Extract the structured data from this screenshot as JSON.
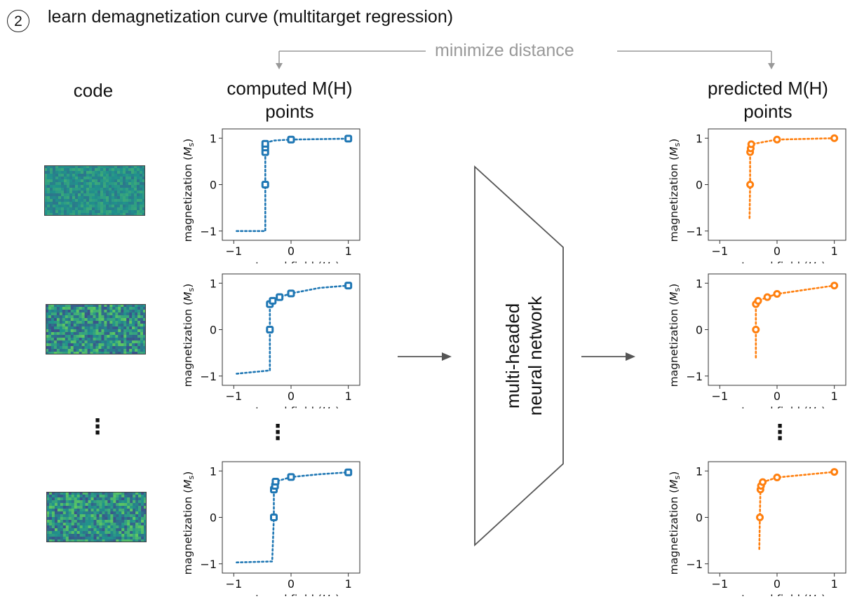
{
  "header": {
    "step_number": "2",
    "title": "learn demagnetization curve (multitarget regression)"
  },
  "minimize_label": "minimize distance",
  "columns": {
    "code": "code",
    "computed_line1": "computed M(H)",
    "computed_line2": "points",
    "predicted_line1": "predicted M(H)",
    "predicted_line2": "points"
  },
  "network_label_line1": "multi-headed",
  "network_label_line2": "neural network",
  "ellipsis": "⋮",
  "colors": {
    "computed": "#1f77b4",
    "predicted": "#ff7f0e",
    "arrow": "#555555",
    "gray": "#999999",
    "heatmap_base": "#3a9c7a"
  },
  "axis_text": {
    "xlabel_prefix": "external field (",
    "xlabel_sym": "H",
    "xlabel_sub": "A",
    "ylabel_prefix": "magnetization (",
    "ylabel_sym": "M",
    "ylabel_sub": "s"
  },
  "chart_data": [
    {
      "type": "scatter",
      "name": "computed-1",
      "xlim": [
        -1,
        1
      ],
      "ylim": [
        -1,
        1
      ],
      "xticks": [
        "-1",
        "0",
        "1"
      ],
      "yticks": [
        "-1",
        "0",
        "1"
      ],
      "markers": [
        [
          -0.45,
          0.0
        ],
        [
          -0.45,
          0.7
        ],
        [
          -0.45,
          0.8
        ],
        [
          -0.45,
          0.88
        ],
        [
          0.0,
          0.97
        ],
        [
          1.0,
          0.99
        ]
      ],
      "curve": [
        [
          -0.95,
          -1.0
        ],
        [
          -0.45,
          -1.0
        ],
        [
          -0.45,
          0.0
        ],
        [
          -0.45,
          0.9
        ],
        [
          -0.3,
          0.95
        ],
        [
          0.0,
          0.97
        ],
        [
          1.0,
          0.99
        ]
      ]
    },
    {
      "type": "scatter",
      "name": "computed-2",
      "xlim": [
        -1,
        1
      ],
      "ylim": [
        -1,
        1
      ],
      "xticks": [
        "-1",
        "0",
        "1"
      ],
      "yticks": [
        "-1",
        "0",
        "1"
      ],
      "markers": [
        [
          -0.37,
          0.0
        ],
        [
          -0.37,
          0.55
        ],
        [
          -0.32,
          0.62
        ],
        [
          -0.2,
          0.7
        ],
        [
          0.0,
          0.78
        ],
        [
          1.0,
          0.95
        ]
      ],
      "curve": [
        [
          -0.95,
          -0.95
        ],
        [
          -0.37,
          -0.88
        ],
        [
          -0.37,
          0.0
        ],
        [
          -0.37,
          0.55
        ],
        [
          -0.32,
          0.62
        ],
        [
          -0.2,
          0.7
        ],
        [
          0.0,
          0.78
        ],
        [
          0.5,
          0.9
        ],
        [
          1.0,
          0.95
        ]
      ]
    },
    {
      "type": "scatter",
      "name": "computed-3",
      "xlim": [
        -1,
        1
      ],
      "ylim": [
        -1,
        1
      ],
      "xticks": [
        "-1",
        "0",
        "1"
      ],
      "yticks": [
        "-1",
        "0",
        "1"
      ],
      "markers": [
        [
          -0.3,
          0.0
        ],
        [
          -0.3,
          0.6
        ],
        [
          -0.28,
          0.68
        ],
        [
          -0.27,
          0.77
        ],
        [
          0.0,
          0.87
        ],
        [
          1.0,
          0.97
        ]
      ],
      "curve": [
        [
          -0.95,
          -0.97
        ],
        [
          -0.33,
          -0.95
        ],
        [
          -0.3,
          0.0
        ],
        [
          -0.3,
          0.6
        ],
        [
          -0.27,
          0.77
        ],
        [
          0.0,
          0.87
        ],
        [
          0.5,
          0.93
        ],
        [
          1.0,
          0.97
        ]
      ]
    },
    {
      "type": "scatter",
      "name": "predicted-1",
      "xlim": [
        -1,
        1
      ],
      "ylim": [
        -1,
        1
      ],
      "xticks": [
        "-1",
        "0",
        "1"
      ],
      "yticks": [
        "-1",
        "0",
        "1"
      ],
      "markers": [
        [
          -0.47,
          0.0
        ],
        [
          -0.47,
          0.7
        ],
        [
          -0.46,
          0.78
        ],
        [
          -0.45,
          0.87
        ],
        [
          0.0,
          0.97
        ],
        [
          1.0,
          1.0
        ]
      ],
      "curve": [
        [
          -0.48,
          -0.72
        ],
        [
          -0.47,
          0.0
        ],
        [
          -0.47,
          0.7
        ],
        [
          -0.45,
          0.87
        ],
        [
          0.0,
          0.97
        ],
        [
          1.0,
          1.0
        ]
      ]
    },
    {
      "type": "scatter",
      "name": "predicted-2",
      "xlim": [
        -1,
        1
      ],
      "ylim": [
        -1,
        1
      ],
      "xticks": [
        "-1",
        "0",
        "1"
      ],
      "yticks": [
        "-1",
        "0",
        "1"
      ],
      "markers": [
        [
          -0.37,
          0.0
        ],
        [
          -0.37,
          0.55
        ],
        [
          -0.33,
          0.62
        ],
        [
          -0.17,
          0.7
        ],
        [
          0.0,
          0.77
        ],
        [
          1.0,
          0.95
        ]
      ],
      "curve": [
        [
          -0.37,
          -0.6
        ],
        [
          -0.37,
          0.0
        ],
        [
          -0.37,
          0.55
        ],
        [
          -0.33,
          0.62
        ],
        [
          -0.17,
          0.7
        ],
        [
          0.0,
          0.77
        ],
        [
          1.0,
          0.95
        ]
      ]
    },
    {
      "type": "scatter",
      "name": "predicted-3",
      "xlim": [
        -1,
        1
      ],
      "ylim": [
        -1,
        1
      ],
      "xticks": [
        "-1",
        "0",
        "1"
      ],
      "yticks": [
        "-1",
        "0",
        "1"
      ],
      "markers": [
        [
          -0.3,
          0.0
        ],
        [
          -0.29,
          0.6
        ],
        [
          -0.28,
          0.68
        ],
        [
          -0.25,
          0.76
        ],
        [
          0.0,
          0.86
        ],
        [
          1.0,
          0.98
        ]
      ],
      "curve": [
        [
          -0.31,
          -0.68
        ],
        [
          -0.3,
          0.0
        ],
        [
          -0.29,
          0.6
        ],
        [
          -0.25,
          0.76
        ],
        [
          0.0,
          0.86
        ],
        [
          1.0,
          0.98
        ]
      ]
    }
  ]
}
